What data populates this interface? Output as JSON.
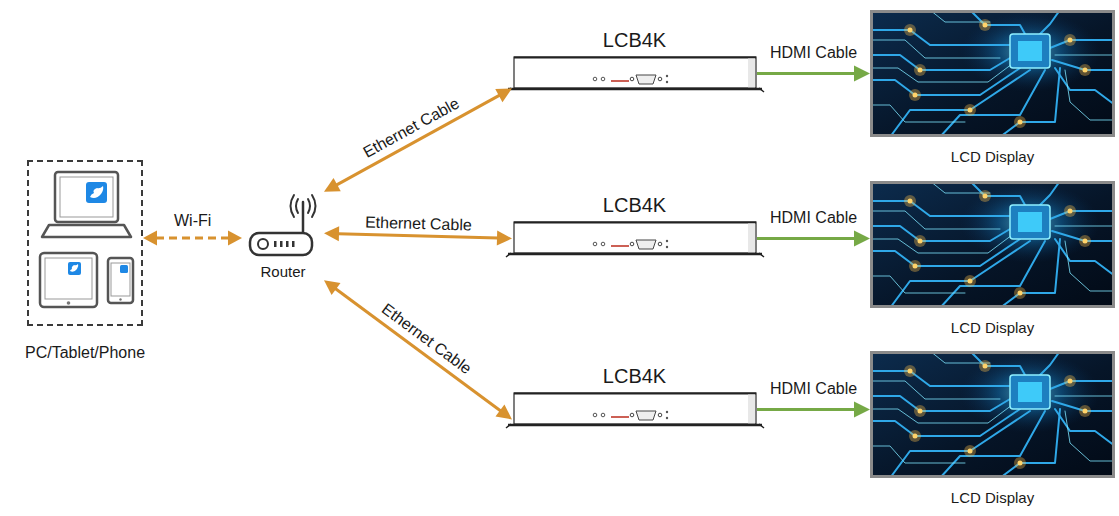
{
  "diagram": {
    "nodes": [
      {
        "text": [
          "PC/Tablet/Phone"
        ]
      },
      {
        "text": [
          "Router"
        ]
      },
      {
        "text": [
          "LCB4K"
        ]
      },
      {
        "text": [
          "LCB4K"
        ]
      },
      {
        "text": [
          "LCB4K"
        ]
      },
      {
        "text": [
          "LCD Display"
        ]
      },
      {
        "text": [
          "LCD Display"
        ]
      },
      {
        "text": [
          "LCD Display"
        ]
      }
    ],
    "edges": [
      {
        "from": 0,
        "to": 1,
        "arrow": "both",
        "label": "Wi-Fi"
      },
      {
        "from": 1,
        "to": 2,
        "arrow": "both",
        "label": "Ethernet Cable"
      },
      {
        "from": 1,
        "to": 3,
        "arrow": "both",
        "label": "Ethernet Cable"
      },
      {
        "from": 1,
        "to": 4,
        "arrow": "both",
        "label": "Ethernet Cable"
      },
      {
        "from": 2,
        "to": 5,
        "arrow": "to",
        "label": "HDMI Cable"
      },
      {
        "from": 3,
        "to": 6,
        "arrow": "to",
        "label": "HDMI Cable"
      },
      {
        "from": 4,
        "to": 7,
        "arrow": "to",
        "label": "HDMI Cable"
      }
    ]
  }
}
